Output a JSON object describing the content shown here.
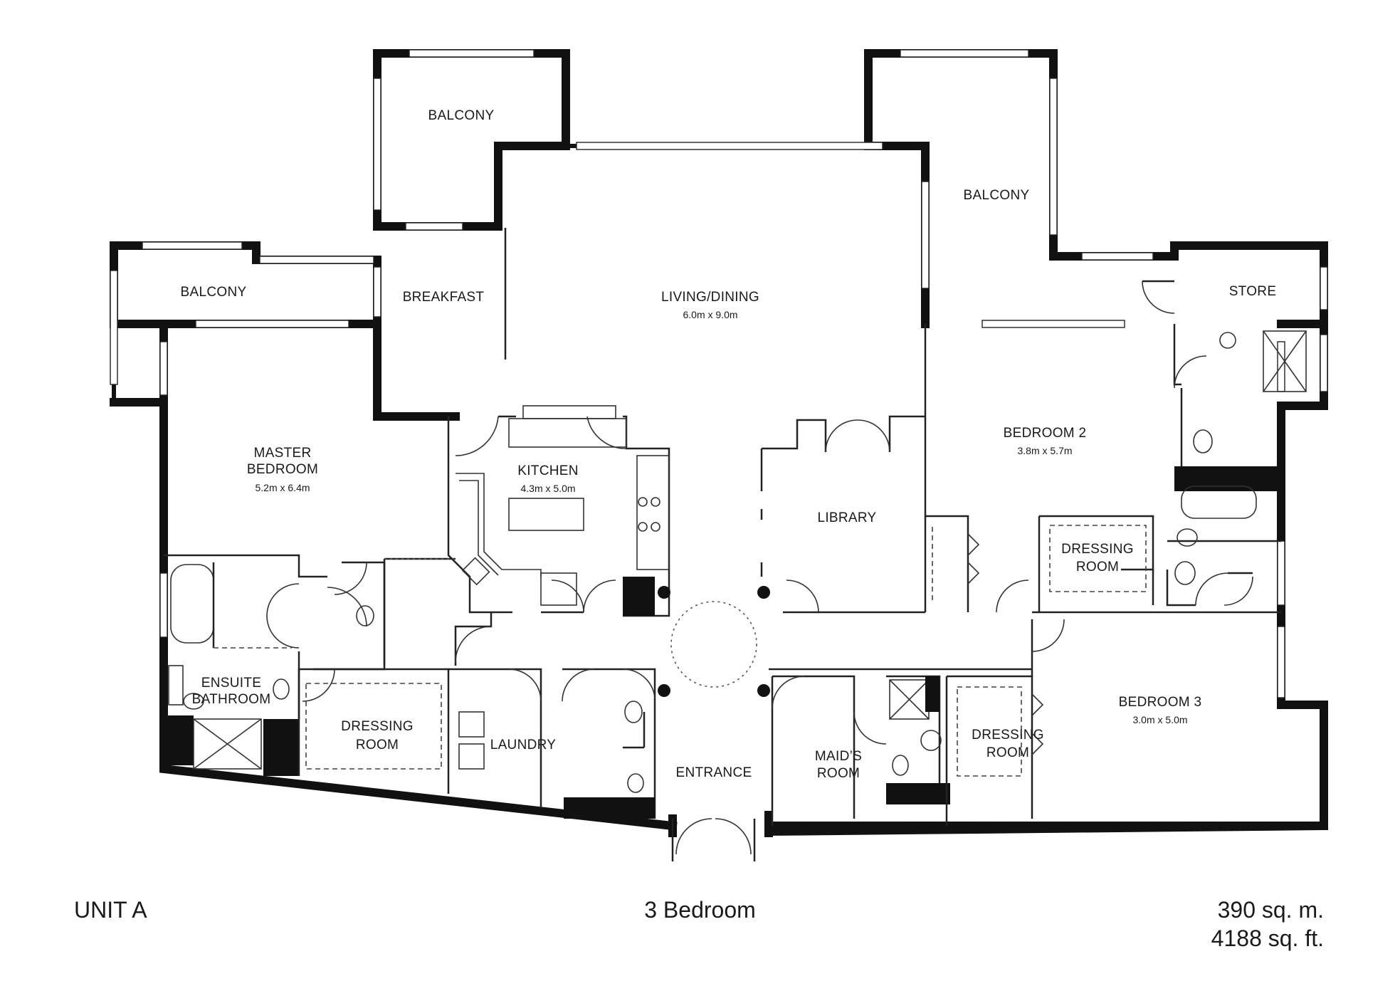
{
  "plan": {
    "rooms": [
      {
        "id": "balcony_left",
        "label": [
          "BALCONY"
        ],
        "dim": ""
      },
      {
        "id": "balcony_center",
        "label": [
          "BALCONY"
        ],
        "dim": ""
      },
      {
        "id": "balcony_right",
        "label": [
          "BALCONY"
        ],
        "dim": ""
      },
      {
        "id": "breakfast",
        "label": [
          "BREAKFAST"
        ],
        "dim": ""
      },
      {
        "id": "living_dining",
        "label": [
          "LIVING/DINING"
        ],
        "dim": "6.0m x 9.0m"
      },
      {
        "id": "store",
        "label": [
          "STORE"
        ],
        "dim": ""
      },
      {
        "id": "master_bedroom",
        "label": [
          "MASTER",
          "BEDROOM"
        ],
        "dim": "5.2m x 6.4m"
      },
      {
        "id": "kitchen",
        "label": [
          "KITCHEN"
        ],
        "dim": "4.3m x 5.0m"
      },
      {
        "id": "library",
        "label": [
          "LIBRARY"
        ],
        "dim": ""
      },
      {
        "id": "bedroom_2",
        "label": [
          "BEDROOM 2"
        ],
        "dim": "3.8m x 5.7m"
      },
      {
        "id": "dressing_room_b2",
        "label": [
          "DRESSING",
          "ROOM"
        ],
        "dim": ""
      },
      {
        "id": "ensuite_bathroom",
        "label": [
          "ENSUITE",
          "BATHROOM"
        ],
        "dim": ""
      },
      {
        "id": "dressing_room_master",
        "label": [
          "DRESSING",
          "ROOM"
        ],
        "dim": ""
      },
      {
        "id": "laundry",
        "label": [
          "LAUNDRY"
        ],
        "dim": ""
      },
      {
        "id": "entrance",
        "label": [
          "ENTRANCE"
        ],
        "dim": ""
      },
      {
        "id": "maids_room",
        "label": [
          "MAID’S",
          "ROOM"
        ],
        "dim": ""
      },
      {
        "id": "dressing_room_b3",
        "label": [
          "DRESSING",
          "ROOM"
        ],
        "dim": ""
      },
      {
        "id": "bedroom_3",
        "label": [
          "BEDROOM 3"
        ],
        "dim": "3.0m x 5.0m"
      }
    ]
  },
  "footer": {
    "unit": "UNIT A",
    "bedrooms": "3 Bedroom",
    "area_metric": "390 sq. m.",
    "area_imperial": "4188 sq. ft."
  }
}
